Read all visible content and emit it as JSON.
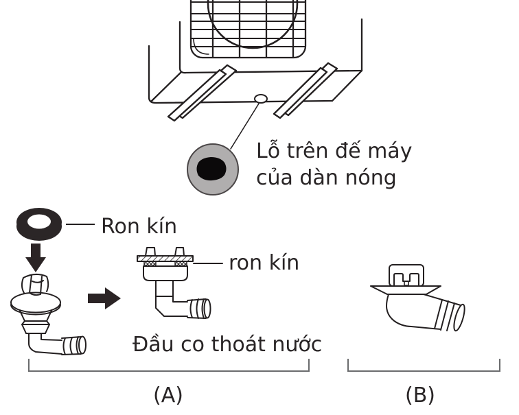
{
  "labels": {
    "hole": {
      "line1": "Lỗ trên đế máy",
      "line2": "của dàn nóng"
    },
    "gasket": "Ron kín",
    "gasket_installed": "ron kín",
    "drain_elbow": "Đầu co thoát nước",
    "variant_a": "(A)",
    "variant_b": "(B)"
  },
  "icons": {
    "arrow_down": "arrow-down-icon",
    "arrow_right": "arrow-right-icon"
  },
  "colors": {
    "line": "#231f20",
    "text": "#282425",
    "bracket": "#6a6b6d",
    "detail_circle_fill": "#b0aeae",
    "detail_circle_stroke": "#4a4647",
    "hole_blob": "#0b090a",
    "gasket_fill": "#2b2627",
    "arrow_fill": "#2b2425"
  }
}
